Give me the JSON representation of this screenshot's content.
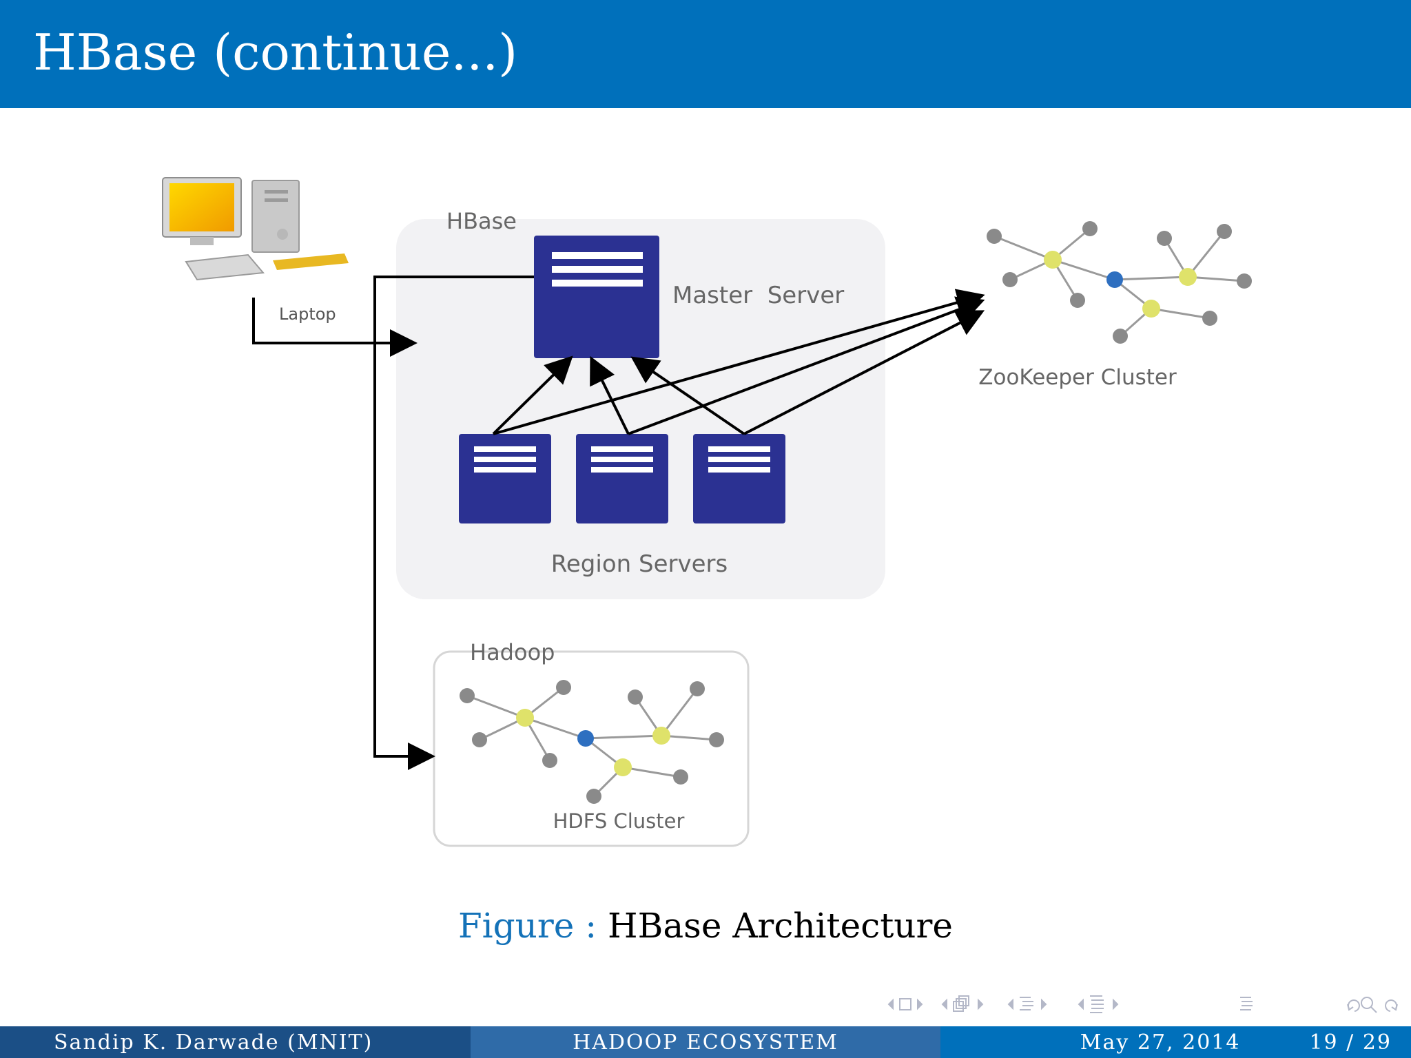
{
  "slide": {
    "title": "HBase (continue...)",
    "caption_label": "Figure :",
    "caption_text": "HBase Architecture"
  },
  "diagram": {
    "nodes": {
      "laptop": "Laptop",
      "hbase_group": "HBase",
      "master_server": "Master  Server",
      "region_servers": "Region Servers",
      "zookeeper": "ZooKeeper Cluster",
      "hadoop_group": "Hadoop",
      "hdfs": "HDFS Cluster"
    },
    "colors": {
      "server_fill": "#2b3192",
      "group_fill": "#f2f2f4",
      "hub_node": "#2e6fc0",
      "leaf_node_yellow": "#dfe26a",
      "leaf_node_gray": "#8a8a8a"
    }
  },
  "footer": {
    "author": "Sandip K. Darwade  (MNIT)",
    "topic": "HADOOP ECOSYSTEM",
    "date": "May 27, 2014",
    "page": "19 / 29"
  },
  "nav": {
    "icons": [
      "nav-prev-frame-icon",
      "nav-frame-icon",
      "nav-next-frame-icon",
      "nav-prev-subsection-icon",
      "nav-subsection-icon",
      "nav-next-subsection-icon",
      "nav-prev-section-icon",
      "nav-section-icon",
      "nav-next-section-icon",
      "nav-prev-toc-icon",
      "nav-toc-icon",
      "nav-next-toc-icon",
      "nav-menu-icon",
      "nav-back-icon",
      "nav-search-icon",
      "nav-forward-icon"
    ]
  }
}
